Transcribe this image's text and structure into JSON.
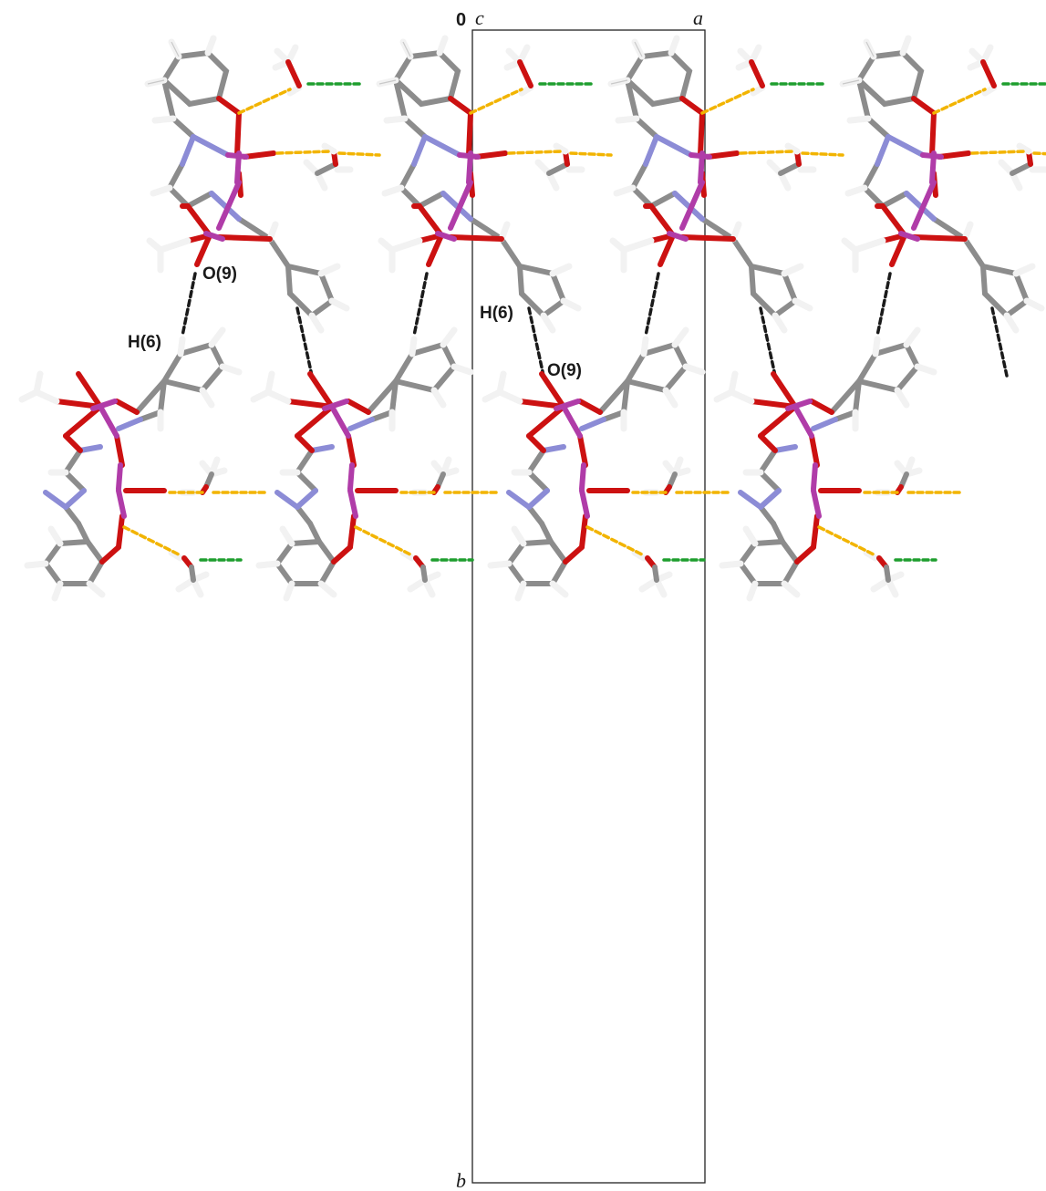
{
  "axes": {
    "origin": "0",
    "c": "c",
    "a": "a",
    "b": "b"
  },
  "atom_labels": {
    "o9": "O(9)",
    "h6": "H(6)"
  },
  "colors": {
    "carbon": "#8c8c8c",
    "hydrogen": "#f2f2f2",
    "nitrogen": "#8c8cd6",
    "oxygen": "#cc1111",
    "metal": "#b03ca8",
    "hbond_yellow": "#f2b400",
    "hbond_green": "#1e9e2e",
    "hbond_black": "#1a1a1a",
    "cell_edge": "#222222"
  },
  "icons": {
    "complex": "molecule-complex-icon",
    "methanol": "methanol-molecule-icon",
    "hbond": "hydrogen-bond-dashed-line"
  }
}
